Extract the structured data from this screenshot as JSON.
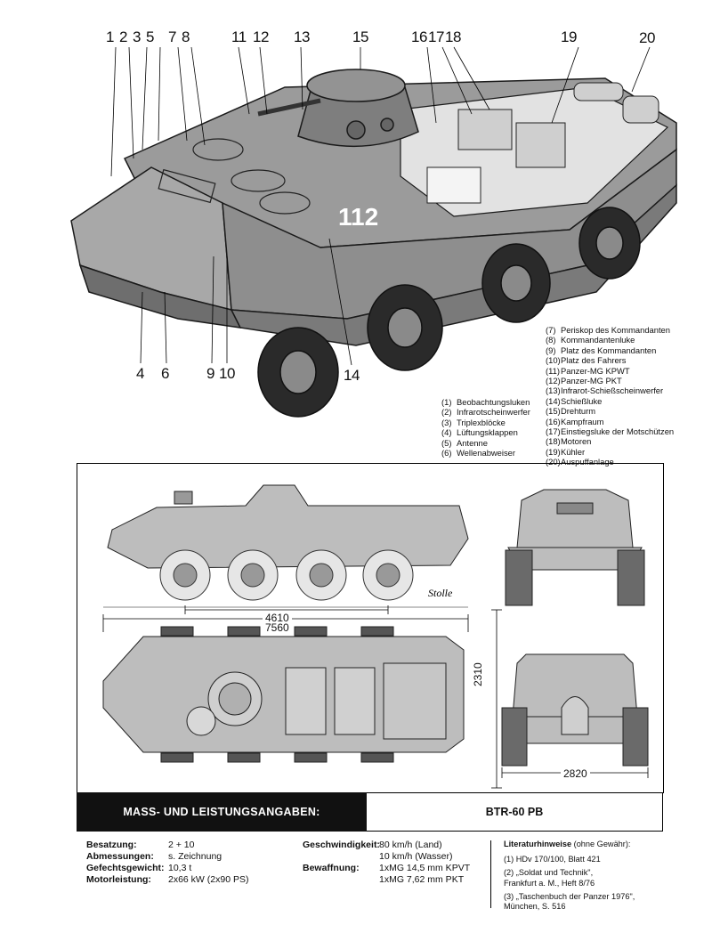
{
  "callouts": [
    "1",
    "2",
    "3",
    "5",
    "7",
    "8",
    "11",
    "12",
    "13",
    "15",
    "16",
    "17",
    "18",
    "19",
    "20",
    "4",
    "6",
    "9",
    "10",
    "14"
  ],
  "hull_marking": "112",
  "legend_left": [
    {
      "num": "(1)",
      "text": "Beobachtungsluken"
    },
    {
      "num": "(2)",
      "text": "Infrarotscheinwerfer"
    },
    {
      "num": "(3)",
      "text": "Triplexblöcke"
    },
    {
      "num": "(4)",
      "text": "Lüftungsklappen"
    },
    {
      "num": "(5)",
      "text": "Antenne"
    },
    {
      "num": "(6)",
      "text": "Wellenabweiser"
    }
  ],
  "legend_right": [
    {
      "num": "(7)",
      "text": "Periskop des Kommandanten"
    },
    {
      "num": "(8)",
      "text": "Kommandantenluke"
    },
    {
      "num": "(9)",
      "text": "Platz des Kommandanten"
    },
    {
      "num": "(10)",
      "text": "Platz des Fahrers"
    },
    {
      "num": "(11)",
      "text": "Panzer-MG KPWT"
    },
    {
      "num": "(12)",
      "text": "Panzer-MG PKT"
    },
    {
      "num": "(13)",
      "text": "Infrarot-Schießscheinwerfer"
    },
    {
      "num": "(14)",
      "text": "Schießluke"
    },
    {
      "num": "(15)",
      "text": "Drehturm"
    },
    {
      "num": "(16)",
      "text": "Kampfraum"
    },
    {
      "num": "(17)",
      "text": "Einstiegsluke der Motschützen"
    },
    {
      "num": "(18)",
      "text": "Motoren"
    },
    {
      "num": "(19)",
      "text": "Kühler"
    },
    {
      "num": "(20)",
      "text": "Auspuffanlage"
    }
  ],
  "dimensions": {
    "wheelbase": "4610",
    "length": "7560",
    "height": "2310",
    "width": "2820"
  },
  "artist_signature": "Stolle",
  "banner": {
    "left": "MASS- UND LEISTUNGSANGABEN:",
    "right": "BTR-60 PB"
  },
  "specs_left": [
    {
      "key": "Besatzung:",
      "value": "2 + 10"
    },
    {
      "key": "Abmessungen:",
      "value": "s. Zeichnung"
    },
    {
      "key": "Gefechtsgewicht:",
      "value": "10,3 t"
    },
    {
      "key": "Motorleistung:",
      "value": "2x66 kW (2x90 PS)"
    }
  ],
  "specs_right": [
    {
      "key": "Geschwindigkeit:",
      "lines": [
        "80 km/h (Land)",
        "10 km/h (Wasser)"
      ]
    },
    {
      "key": "Bewaffnung:",
      "lines": [
        "1xMG 14,5 mm KPVT",
        "1xMG  7,62 mm PKT"
      ]
    }
  ],
  "literature": {
    "heading_bold": "Literaturhinweise",
    "heading_rest": " (ohne Gewähr):",
    "items": [
      "(1)  HDv 170/100, Blatt 421",
      "(2)  „Soldat und Technik\",\nFrankfurt a. M., Heft 8/76",
      "(3)  „Taschenbuch der Panzer 1976\",\nMünchen, S. 516"
    ]
  }
}
